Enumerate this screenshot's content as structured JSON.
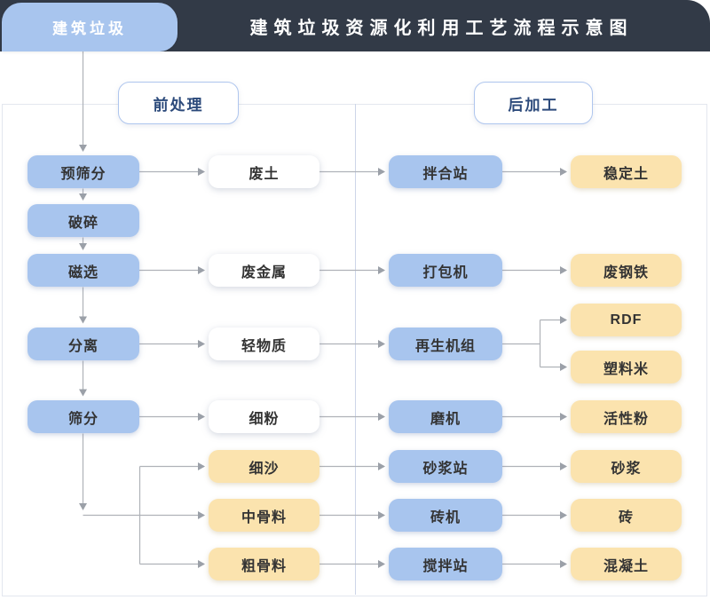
{
  "header": {
    "source_tag": "建筑垃圾",
    "title": "建筑垃圾资源化利用工艺流程示意图"
  },
  "sections": {
    "pre": "前处理",
    "post": "后加工"
  },
  "nodes": {
    "process": [
      "预筛分",
      "破碎",
      "磁选",
      "分离",
      "筛分"
    ],
    "intermediates": [
      "废土",
      "废金属",
      "轻物质",
      "细粉",
      "细沙",
      "中骨料",
      "粗骨料"
    ],
    "machines": [
      "拌合站",
      "打包机",
      "再生机组",
      "磨机",
      "砂浆站",
      "砖机",
      "搅拌站"
    ],
    "products": [
      "稳定土",
      "废钢铁",
      "RDF",
      "塑料米",
      "活性粉",
      "砂浆",
      "砖",
      "混凝土"
    ]
  },
  "colors": {
    "header_bg": "#323A47",
    "node_blue": "#A8C5EE",
    "node_yellow": "#FBE3AE",
    "node_white": "#FFFFFF",
    "connector_line": "#AFB2B8",
    "arrowhead": "#9BA0A8",
    "section_border": "#AFC6EE",
    "section_text": "#2C4A7B",
    "divider": "#CDD5E8",
    "container_border": "#E3E7EF"
  }
}
